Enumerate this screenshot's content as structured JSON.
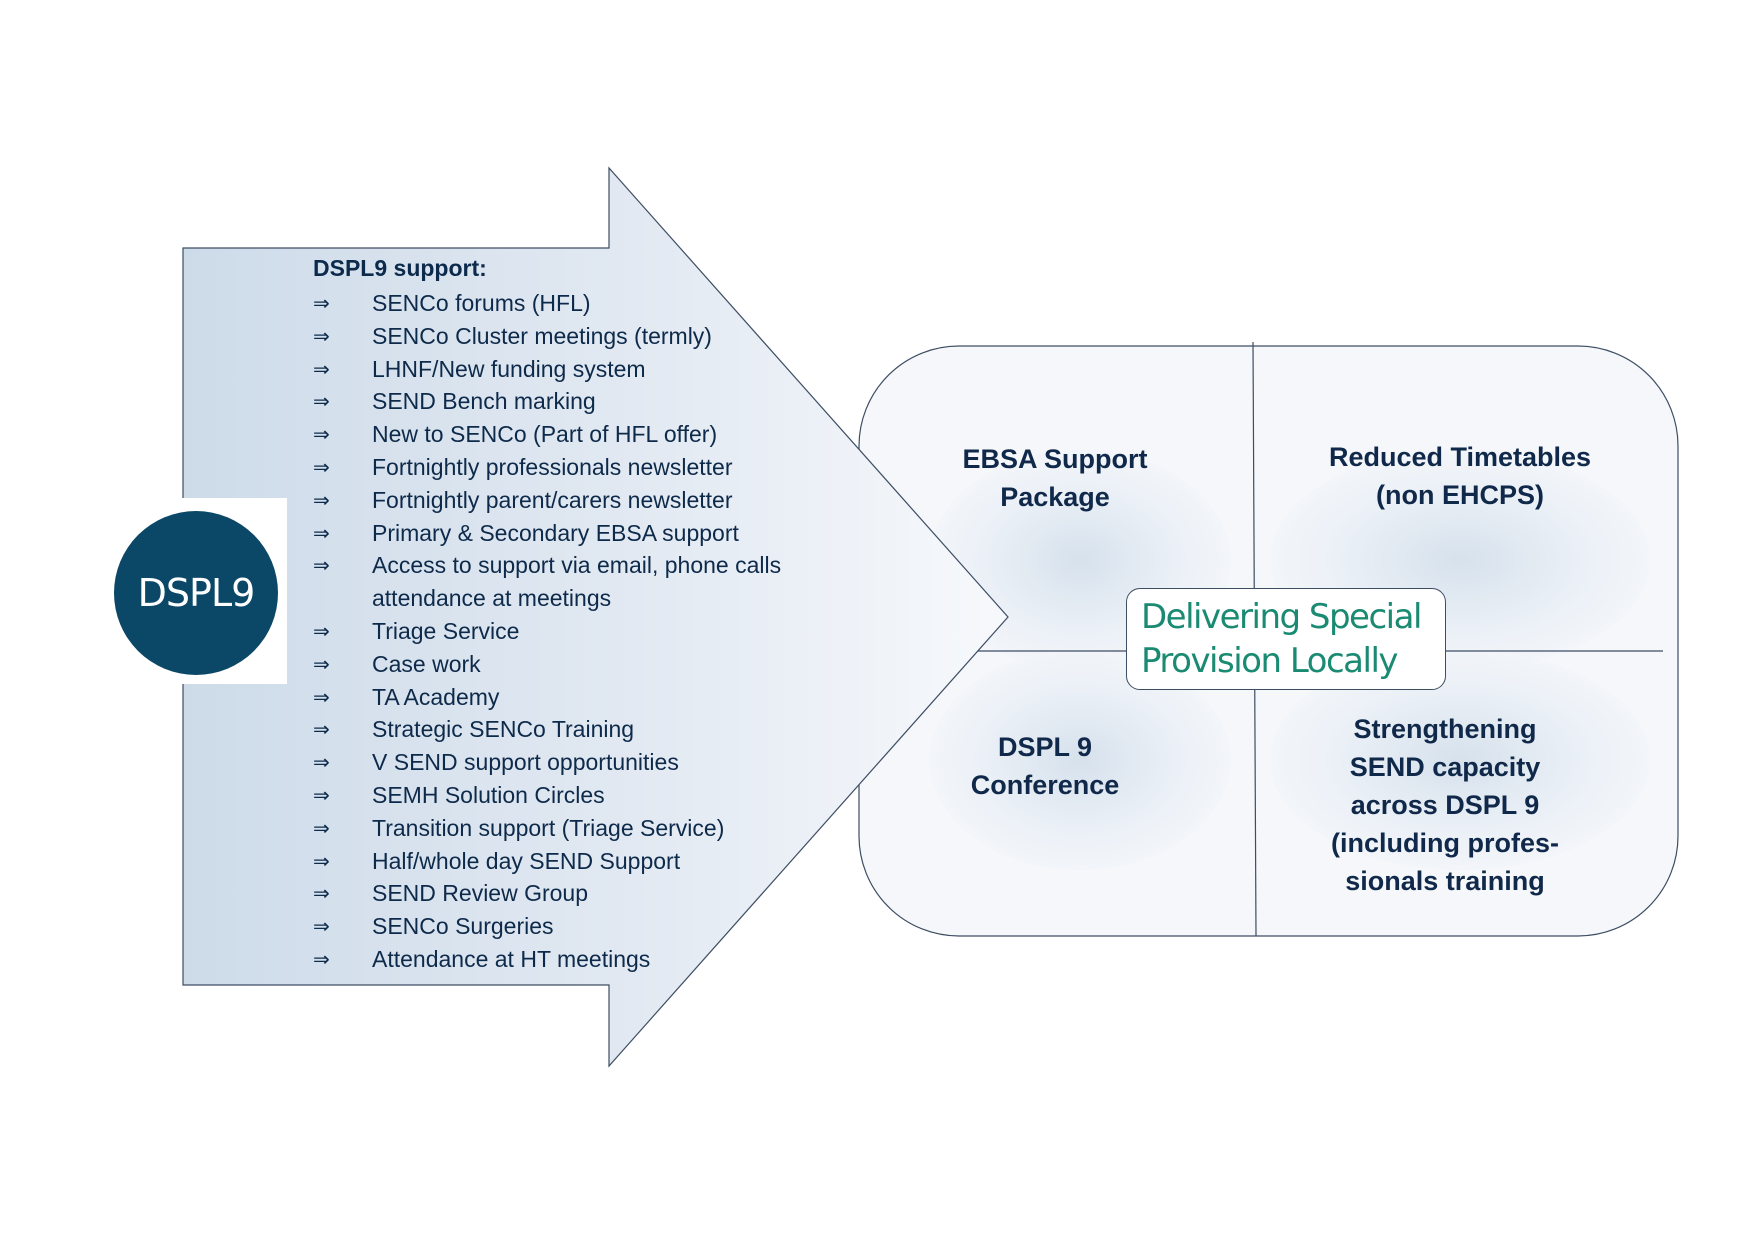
{
  "logo": {
    "text": "DSPL9",
    "color": "#0b4766"
  },
  "support_panel": {
    "title": "DSPL9 support:",
    "bullet_icon": "double-arrow-right-icon",
    "bullet_glyph": "⇒",
    "items": [
      "SENCo forums (HFL)",
      "SENCo Cluster meetings (termly)",
      "LHNF/New funding system",
      "SEND Bench marking",
      "New to SENCo (Part of HFL offer)",
      "Fortnightly professionals newsletter",
      "Fortnightly parent/carers newsletter",
      "Primary & Secondary EBSA support",
      "Access to support via email, phone calls\nattendance at meetings",
      "Triage Service",
      "Case work",
      "TA Academy",
      "Strategic SENCo Training",
      "V SEND support opportunities",
      "SEMH Solution Circles",
      "Transition support (Triage Service)",
      "Half/whole day SEND Support",
      "SEND Review Group",
      "SENCo Surgeries",
      "Attendance at HT meetings"
    ]
  },
  "quadrants": {
    "top_left": "EBSA Support\nPackage",
    "top_right": "Reduced Timetables\n(non EHCPS)",
    "bottom_left": "DSPL 9\nConference",
    "bottom_right": "Strengthening\nSEND capacity\nacross DSPL 9\n(including profes-\nsionals training"
  },
  "center_label": "Delivering Special\nProvision Locally",
  "colors": {
    "text_dark": "#0e2a4a",
    "center_text": "#1a8a72",
    "arrow_fill_start": "#cedcea",
    "arrow_fill_end": "#f6f8fb",
    "outline": "#3d4d63"
  }
}
